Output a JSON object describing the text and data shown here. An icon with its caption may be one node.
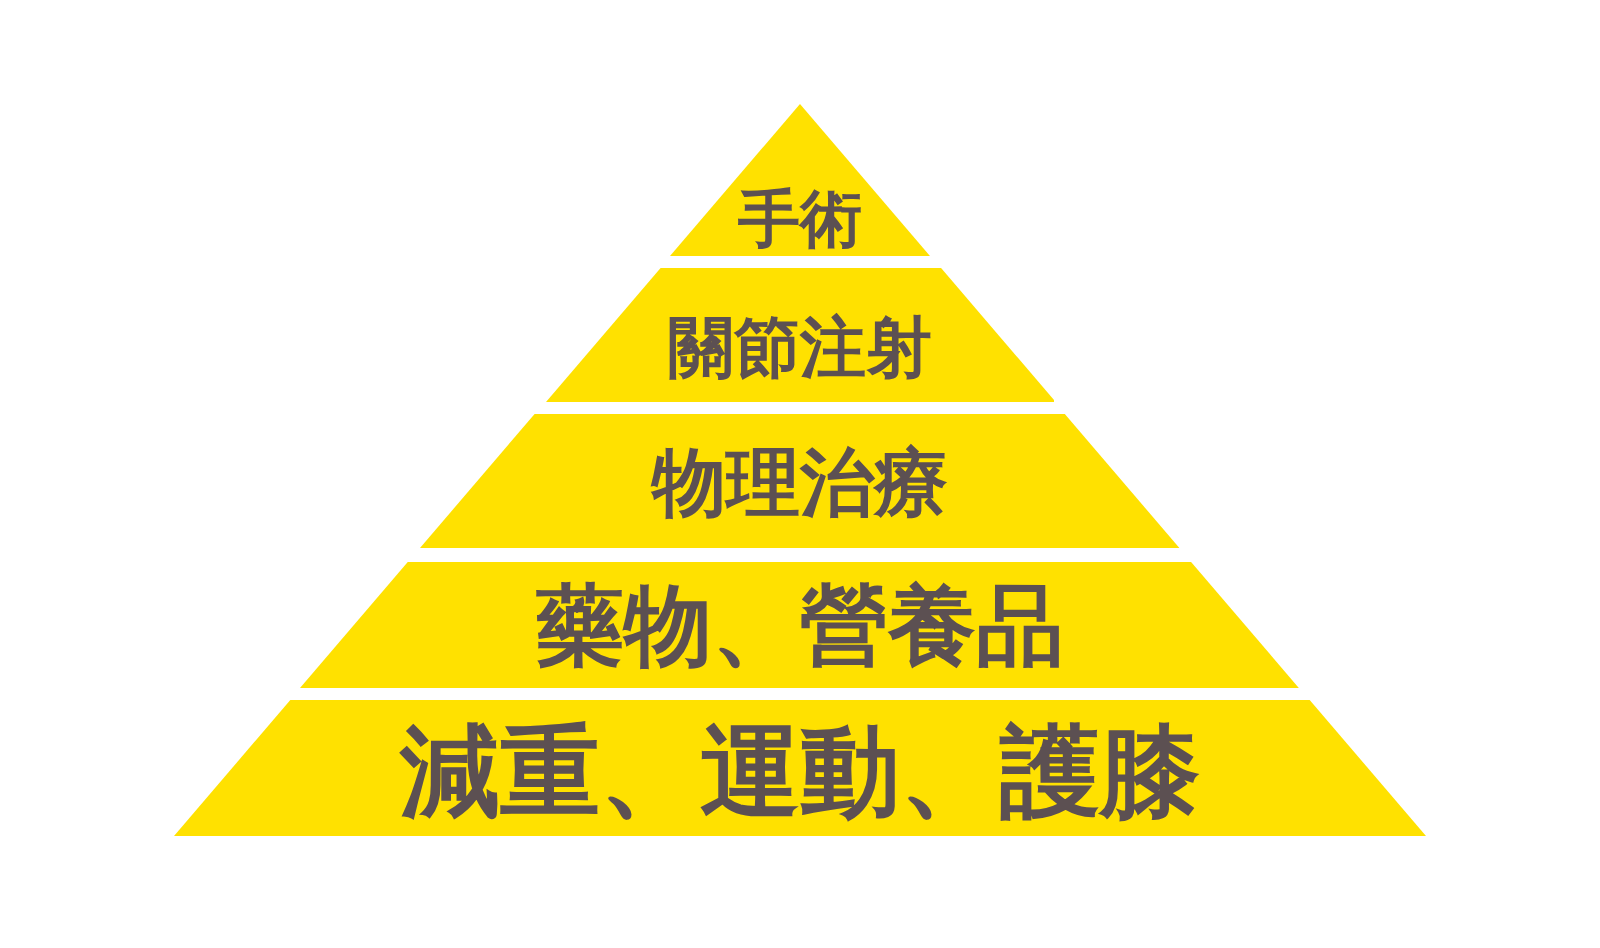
{
  "diagram": {
    "nodes": [
      {
        "text": [
          "手術"
        ]
      },
      {
        "text": [
          "關節注射"
        ]
      },
      {
        "text": [
          "物理治療"
        ]
      },
      {
        "text": [
          "藥物、營養品"
        ]
      },
      {
        "text": [
          "減重、運動、護膝"
        ]
      }
    ]
  }
}
